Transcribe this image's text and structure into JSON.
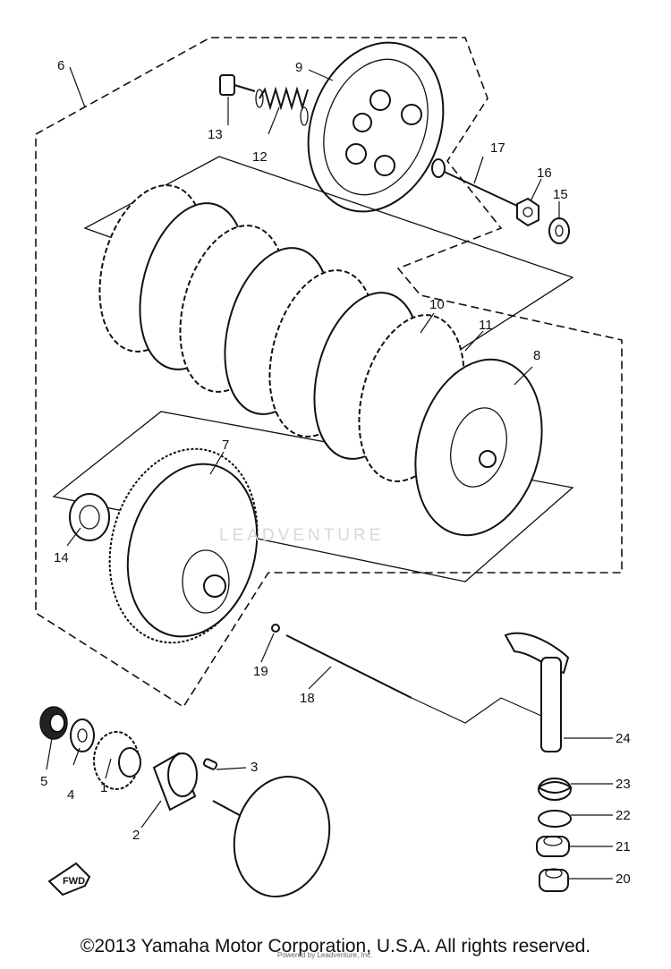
{
  "diagram": {
    "callouts": [
      {
        "id": "c1",
        "text": "1"
      },
      {
        "id": "c2",
        "text": "2"
      },
      {
        "id": "c3",
        "text": "3"
      },
      {
        "id": "c4",
        "text": "4"
      },
      {
        "id": "c5",
        "text": "5"
      },
      {
        "id": "c6",
        "text": "6"
      },
      {
        "id": "c7",
        "text": "7"
      },
      {
        "id": "c8",
        "text": "8"
      },
      {
        "id": "c9",
        "text": "9"
      },
      {
        "id": "c10",
        "text": "10"
      },
      {
        "id": "c11",
        "text": "11"
      },
      {
        "id": "c12",
        "text": "12"
      },
      {
        "id": "c13",
        "text": "13"
      },
      {
        "id": "c14",
        "text": "14"
      },
      {
        "id": "c15",
        "text": "15"
      },
      {
        "id": "c16",
        "text": "16"
      },
      {
        "id": "c17",
        "text": "17"
      },
      {
        "id": "c18",
        "text": "18"
      },
      {
        "id": "c19",
        "text": "19"
      },
      {
        "id": "c20",
        "text": "20"
      },
      {
        "id": "c21",
        "text": "21"
      },
      {
        "id": "c22",
        "text": "22"
      },
      {
        "id": "c23",
        "text": "23"
      },
      {
        "id": "c24",
        "text": "24"
      }
    ],
    "fwd_label": "FWD",
    "watermark": "LEADVENTURE",
    "small_print": "Powered by Leadventure, Inc."
  },
  "footer": {
    "copyright": "©2013 Yamaha Motor Corporation, U.S.A. All rights reserved."
  }
}
